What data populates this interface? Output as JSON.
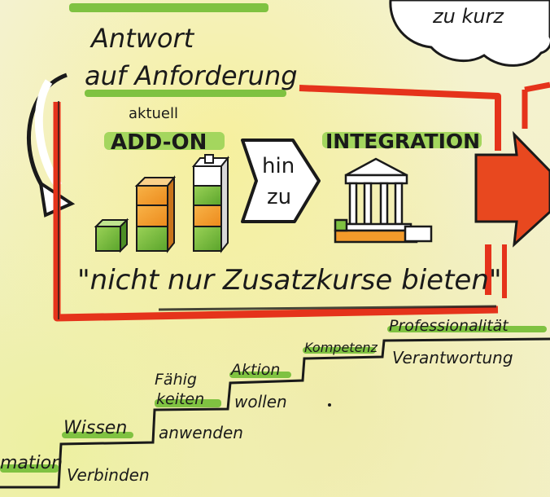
{
  "cloud_text": "zu kurz",
  "header": {
    "line1": "Antwort",
    "line2": "auf Anforderung"
  },
  "addon": {
    "small_label": "aktuell",
    "title": "ADD-ON"
  },
  "arrow_text": {
    "line1": "hin",
    "line2": "zu"
  },
  "integration": {
    "title": "INTEGRATION"
  },
  "quote": "\"nicht nur Zusatzkurse bieten\"",
  "stairs": {
    "steps": [
      {
        "top": "mation",
        "bottom": "Verbinden"
      },
      {
        "top": "Wissen",
        "bottom": "anwenden"
      },
      {
        "top_line1": "Fähig",
        "top_line2": "keiten",
        "bottom": "wollen"
      },
      {
        "top": "Aktion"
      },
      {
        "top": "Kompetenz",
        "bottom": "Verantwortung"
      },
      {
        "top": "Professionalität"
      }
    ]
  },
  "colors": {
    "green": "#7fc241",
    "light_green": "#a4d65e",
    "orange": "#f39a2a",
    "red": "#e5331b",
    "ink": "#1a1a1a"
  }
}
